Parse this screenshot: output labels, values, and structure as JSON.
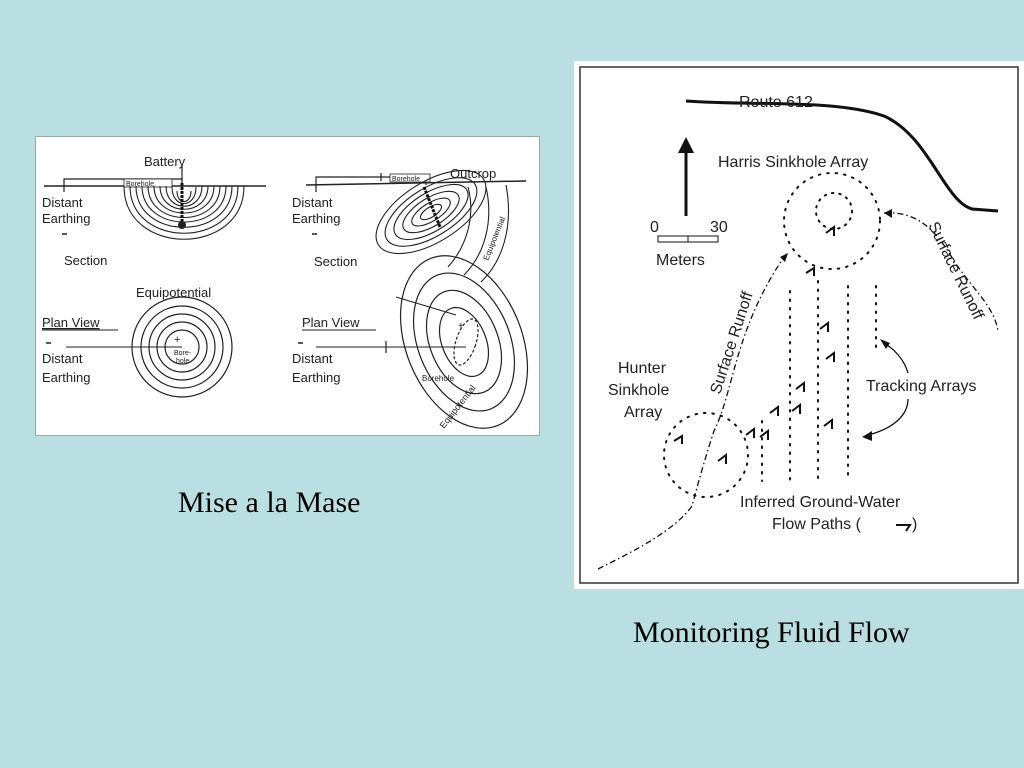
{
  "left_diagram": {
    "top_left": {
      "battery": "Battery",
      "borehole": "Borehole",
      "distant_earthing_1": "Distant",
      "distant_earthing_2": "Earthing",
      "section": "Section",
      "equipotential_title": "Equipotential"
    },
    "top_right": {
      "outcrop": "Outcrop",
      "borehole": "Borehole",
      "distant_earthing_1": "Distant",
      "distant_earthing_2": "Earthing",
      "section": "Section",
      "equipotential": "Equipotential"
    },
    "bottom_left": {
      "plan_view": "Plan View",
      "distant_earthing_1": "Distant",
      "distant_earthing_2": "Earthing",
      "borehole_1": "Bore-",
      "borehole_2": "hole"
    },
    "bottom_right": {
      "plan_view": "Plan View",
      "distant_earthing_1": "Distant",
      "distant_earthing_2": "Earthing",
      "borehole": "Borehole",
      "equipotential": "Equipotential"
    }
  },
  "right_diagram": {
    "route": "Route 612",
    "harris": "Harris Sinkhole Array",
    "scale_min": "0",
    "scale_max": "30",
    "scale_unit": "Meters",
    "surface_runoff_left": "Surface Runoff",
    "surface_runoff_right": "Surface Runoff",
    "hunter_1": "Hunter",
    "hunter_2": "Sinkhole",
    "hunter_3": "Array",
    "tracking_arrays": "Tracking Arrays",
    "inferred_1": "Inferred Ground-Water",
    "inferred_2": "Flow Paths (",
    "inferred_3": ")"
  },
  "captions": {
    "left": "Mise a la Mase",
    "right": "Monitoring Fluid Flow"
  },
  "colors": {
    "background": "#b9dfe3",
    "panel": "#ffffff",
    "ink": "#222222"
  }
}
